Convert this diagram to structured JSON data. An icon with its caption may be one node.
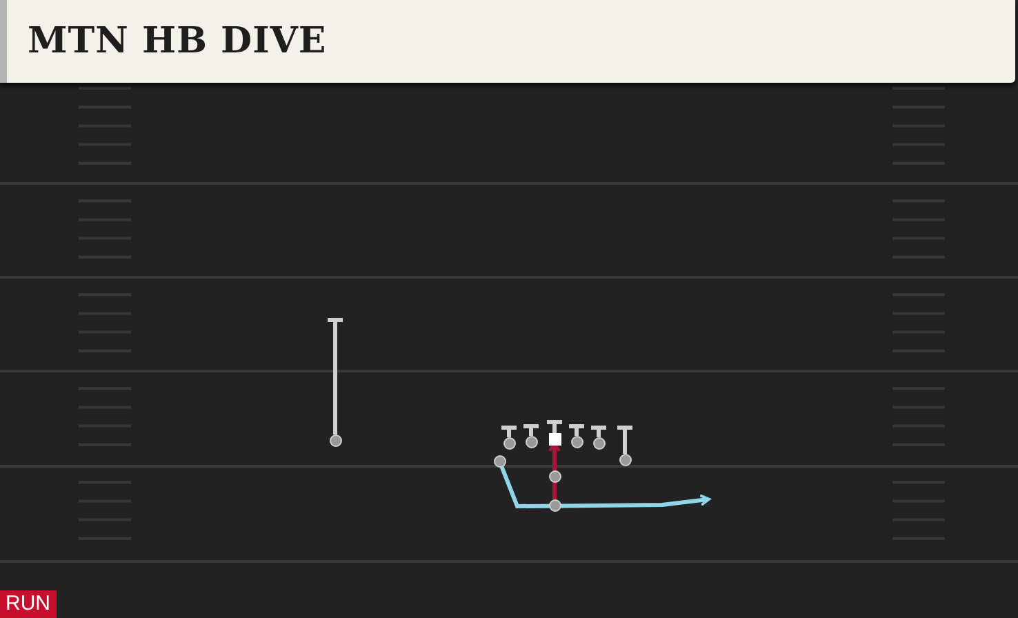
{
  "diagram": {
    "title": "MTN HB DIVE",
    "nodes": [
      {
        "text": [],
        "shape": "circle"
      },
      {
        "text": [],
        "shape": "circle"
      },
      {
        "text": [],
        "shape": "circle"
      },
      {
        "text": [],
        "shape": "box"
      },
      {
        "text": [],
        "shape": "circle"
      },
      {
        "text": [],
        "shape": "circle"
      },
      {
        "text": [],
        "shape": "circle"
      },
      {
        "text": [],
        "shape": "circle"
      },
      {
        "text": [],
        "shape": "circle"
      },
      {
        "text": [],
        "shape": "circle"
      }
    ],
    "edges": [
      {
        "from": 0,
        "to": null,
        "arrow": "other"
      },
      {
        "from": 1,
        "to": null,
        "arrow": "other"
      },
      {
        "from": 2,
        "to": null,
        "arrow": "other"
      },
      {
        "from": 3,
        "to": null,
        "arrow": "other"
      },
      {
        "from": 4,
        "to": null,
        "arrow": "other"
      },
      {
        "from": 5,
        "to": null,
        "arrow": "other"
      },
      {
        "from": 6,
        "to": null,
        "arrow": "other"
      },
      {
        "from": 7,
        "to": null,
        "arrow": "to",
        "color": "#8fd6ea"
      },
      {
        "from": 9,
        "to": 3,
        "arrow": "to",
        "color": "#a8173a"
      }
    ],
    "labels": [
      "RUN"
    ]
  }
}
